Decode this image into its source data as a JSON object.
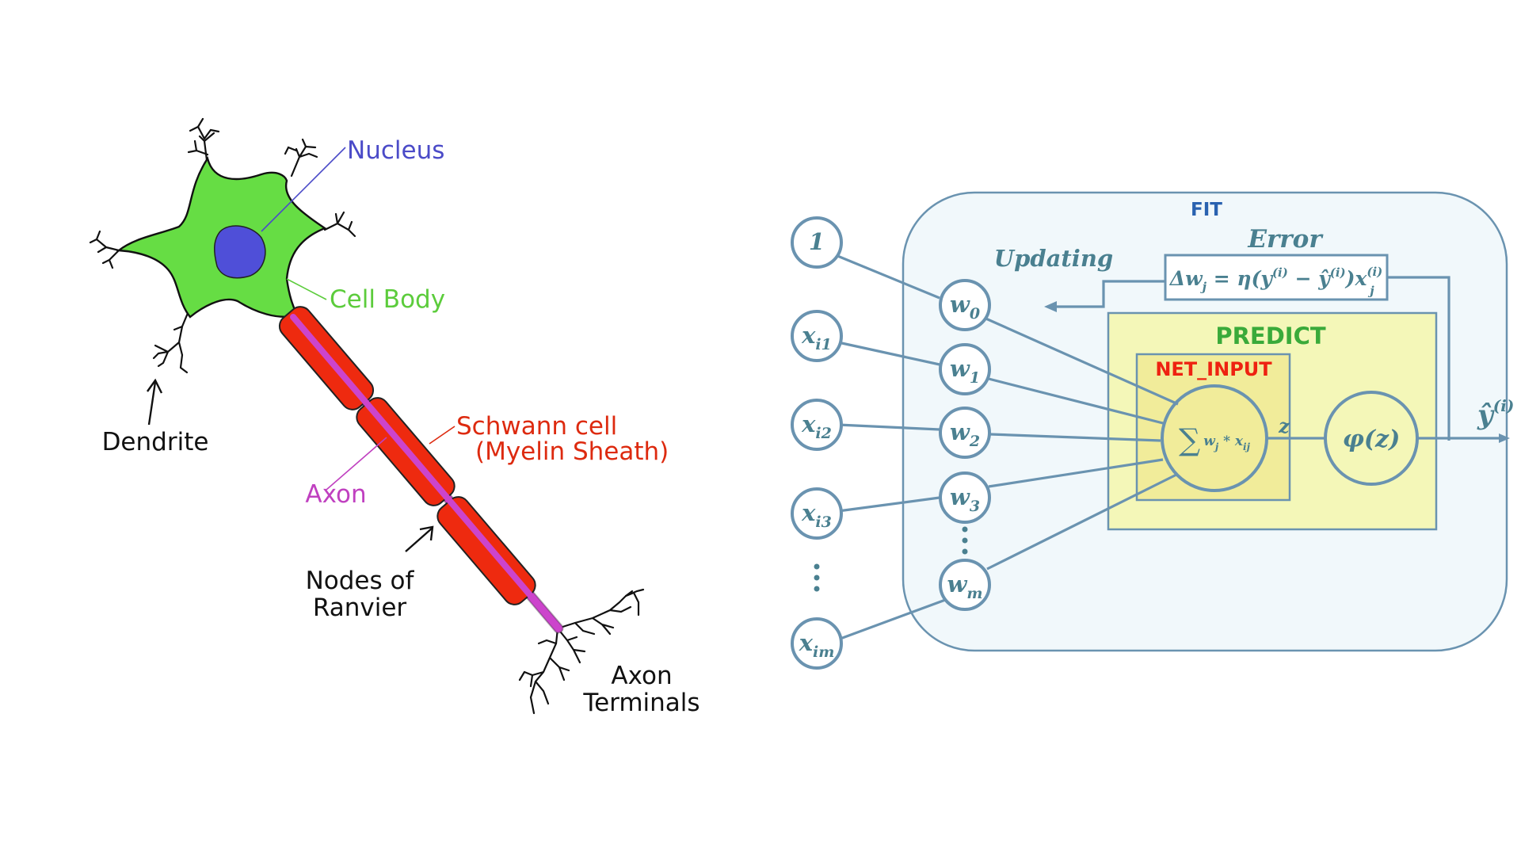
{
  "neuron": {
    "labels": {
      "nucleus": "Nucleus",
      "cell_body": "Cell Body",
      "dendrite": "Dendrite",
      "schwann_line1": "Schwann cell",
      "schwann_line2": "(Myelin Sheath)",
      "axon": "Axon",
      "nodes_line1": "Nodes of",
      "nodes_line2": "Ranvier",
      "terminals_line1": "Axon",
      "terminals_line2": "Terminals"
    },
    "colors": {
      "cell_body": "#66dd44",
      "nucleus": "#4f4fd8",
      "myelin": "#ee2a0f",
      "axon": "#cc44cc",
      "nucleus_label": "#4b4bc8",
      "cell_body_label": "#5ccc3c",
      "schwann_label": "#dd2a0f",
      "axon_label": "#c040c0"
    }
  },
  "perceptron": {
    "fit_label": "FIT",
    "error_label": "Error",
    "updating_label": "Updating",
    "predict_label": "PREDICT",
    "net_input_label": "NET_INPUT",
    "z_label": "z",
    "activation_label": "φ(z)",
    "output_label": "ŷ",
    "output_sup": "(i)",
    "update_rule": {
      "lhs": "Δw",
      "lhs_sub": "j",
      "eq": " = η(y",
      "y_sup": "(i)",
      "minus": " − ŷ",
      "yhat_sup": "(i)",
      "tail": ")x",
      "x_sup": "(i)",
      "x_sub": "j"
    },
    "inputs": [
      {
        "main": "1",
        "sub": ""
      },
      {
        "main": "x",
        "sub": "i1"
      },
      {
        "main": "x",
        "sub": "i2"
      },
      {
        "main": "x",
        "sub": "i3"
      },
      {
        "main": "x",
        "sub": "im"
      }
    ],
    "weights": [
      {
        "main": "w",
        "sub": "0"
      },
      {
        "main": "w",
        "sub": "1"
      },
      {
        "main": "w",
        "sub": "2"
      },
      {
        "main": "w",
        "sub": "3"
      },
      {
        "main": "w",
        "sub": "m"
      }
    ],
    "sum_symbol": "∑",
    "sum_term": "w",
    "sum_term_sub": "j",
    "sum_times": " * x",
    "sum_x_sub": "ij",
    "colors": {
      "fit_fill": "#f1f8fb",
      "fit_stroke": "#6a93b0",
      "predict_fill": "#f4f7b8",
      "net_input_fill": "#f1ec9a",
      "fit_label": "#2a62b0",
      "predict_label": "#3aaa3a",
      "net_input_label": "#ee2211",
      "teal_text": "#4a8090"
    }
  }
}
